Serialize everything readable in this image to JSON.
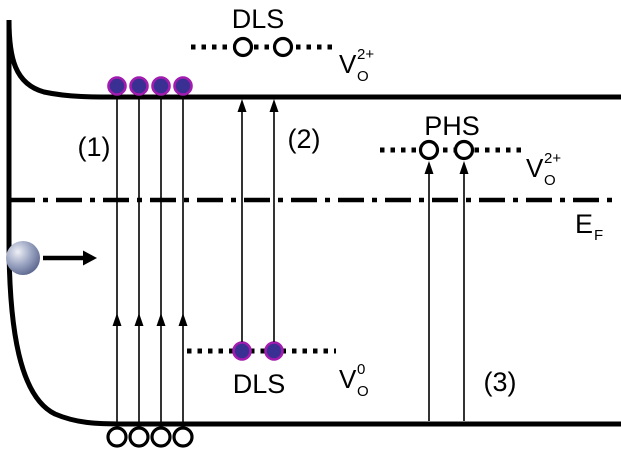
{
  "figure": {
    "labels": {
      "dls_upper": "DLS",
      "dls_lower": "DLS",
      "phs": "PHS",
      "step1": "(1)",
      "step2": "(2)",
      "step3": "(3)"
    },
    "fermi": {
      "symbol": "E",
      "subscript": "F"
    },
    "vacancy_upper": {
      "symbol": "V",
      "subscript": "O",
      "superscript": "2+"
    },
    "vacancy_phs": {
      "symbol": "V",
      "subscript": "O",
      "superscript": "2+"
    },
    "vacancy_lower": {
      "symbol": "V",
      "subscript": "O",
      "superscript": "0"
    },
    "colors": {
      "line": "#000000",
      "electron_fill": "#3a2f92",
      "electron_stroke": "#a21caf",
      "hole_fill": "#ffffff",
      "hole_stroke": "#000000",
      "sphere_highlight": "#eef0f6",
      "sphere_mid": "#97a1bf",
      "sphere_shadow": "#59648c"
    }
  }
}
